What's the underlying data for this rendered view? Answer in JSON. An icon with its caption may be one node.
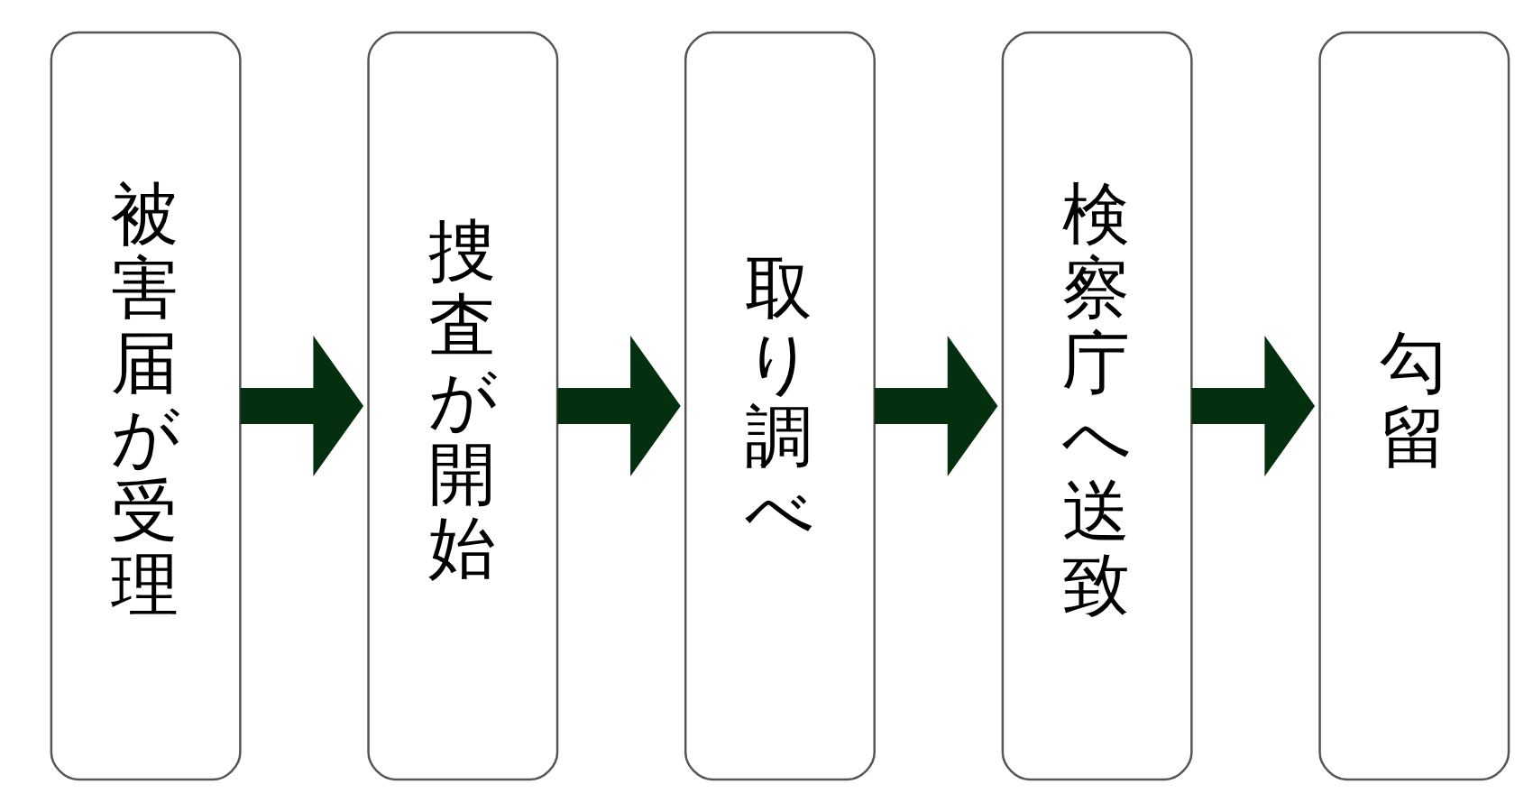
{
  "diagram": {
    "nodes": [
      {
        "text": [
          "被害届が受理"
        ]
      },
      {
        "text": [
          "捜査が開始"
        ]
      },
      {
        "text": [
          "取り調べ"
        ]
      },
      {
        "text": [
          "検察庁へ送致"
        ]
      },
      {
        "text": [
          "勾留"
        ]
      }
    ],
    "edges": [
      {
        "from": 0,
        "to": 1,
        "arrow": "to"
      },
      {
        "from": 1,
        "to": 2,
        "arrow": "to"
      },
      {
        "from": 2,
        "to": 3,
        "arrow": "to"
      },
      {
        "from": 3,
        "to": 4,
        "arrow": "to"
      }
    ]
  }
}
